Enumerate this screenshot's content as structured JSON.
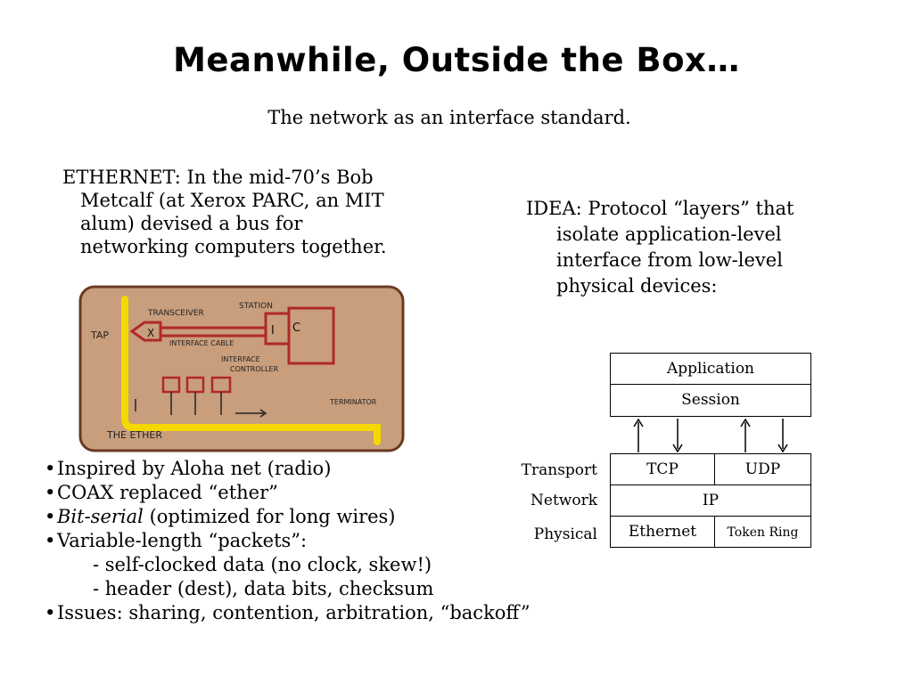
{
  "slide": {
    "title": "Meanwhile, Outside the Box…",
    "subtitle": "The network as an interface standard."
  },
  "ethernet": {
    "line1": "ETHERNET: In the mid-70’s Bob",
    "line2": "Metcalf (at Xerox PARC, an MIT",
    "line3": "alum) devised a bus for",
    "line4": "networking computers together."
  },
  "sketch": {
    "transceiver": "TRANSCEIVER",
    "station": "STATION",
    "tap": "TAP",
    "interface_cable": "INTERFACE CABLE",
    "interface": "INTERFACE",
    "controller": "CONTROLLER",
    "terminator": "TERMINATOR",
    "ether": "THE ETHER",
    "x_mark": "X",
    "i_mark": "I",
    "c_mark": "C",
    "colors": {
      "bg": "#c99e7c",
      "ink": "#b02828",
      "ether": "#f5d800"
    }
  },
  "idea": {
    "line1": "IDEA: Protocol “layers” that",
    "line2": "isolate application-level",
    "line3": "interface from low-level",
    "line4": "physical devices:"
  },
  "bullets": {
    "b1": "Inspired by Aloha net (radio)",
    "b2": "COAX replaced “ether”",
    "b3_em": "Bit-serial",
    "b3_rest": " (optimized for long wires)",
    "b4": "Variable-length “packets”:",
    "s1": "- self-clocked data (no clock, skew!)",
    "s2": "- header (dest), data bits, checksum",
    "b5": "Issues: sharing, contention, arbitration, “backoff”"
  },
  "stack": {
    "application": "Application",
    "session": "Session",
    "tcp": "TCP",
    "udp": "UDP",
    "ip": "IP",
    "ethernet": "Ethernet",
    "token_ring": "Token Ring",
    "label_transport": "Transport",
    "label_network": "Network",
    "label_physical": "Physical"
  }
}
